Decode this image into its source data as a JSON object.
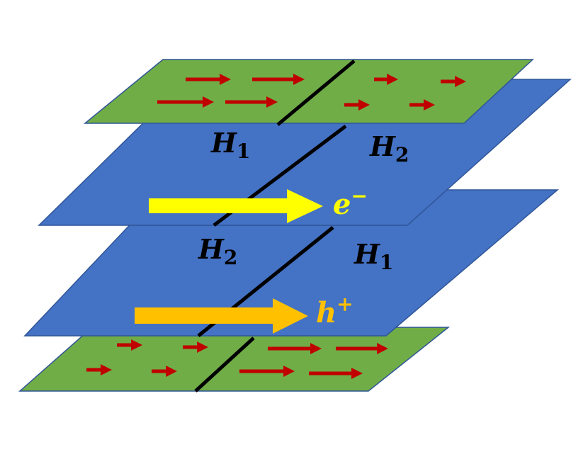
{
  "colors": {
    "green_layer": "#70AD47",
    "blue_layer": "#4472C4",
    "layer_edge": "#2F5597",
    "spin_arrow": "#C00000",
    "boundary_line": "#000000",
    "electron_arrow": "#FFFF00",
    "hole_arrow": "#FFC000",
    "label_text": "#000000"
  },
  "labels": {
    "top_left_region": {
      "symbol": "H",
      "sub": "1"
    },
    "top_right_region": {
      "symbol": "H",
      "sub": "2"
    },
    "bottom_left_region": {
      "symbol": "H",
      "sub": "2"
    },
    "bottom_right_region": {
      "symbol": "H",
      "sub": "1"
    },
    "electron": {
      "symbol": "e",
      "sup": "−"
    },
    "hole": {
      "symbol": "h",
      "sup": "+"
    }
  },
  "icons": {
    "spin_arrow": "red-right-arrow",
    "carrier_arrow": "block-right-arrow"
  }
}
